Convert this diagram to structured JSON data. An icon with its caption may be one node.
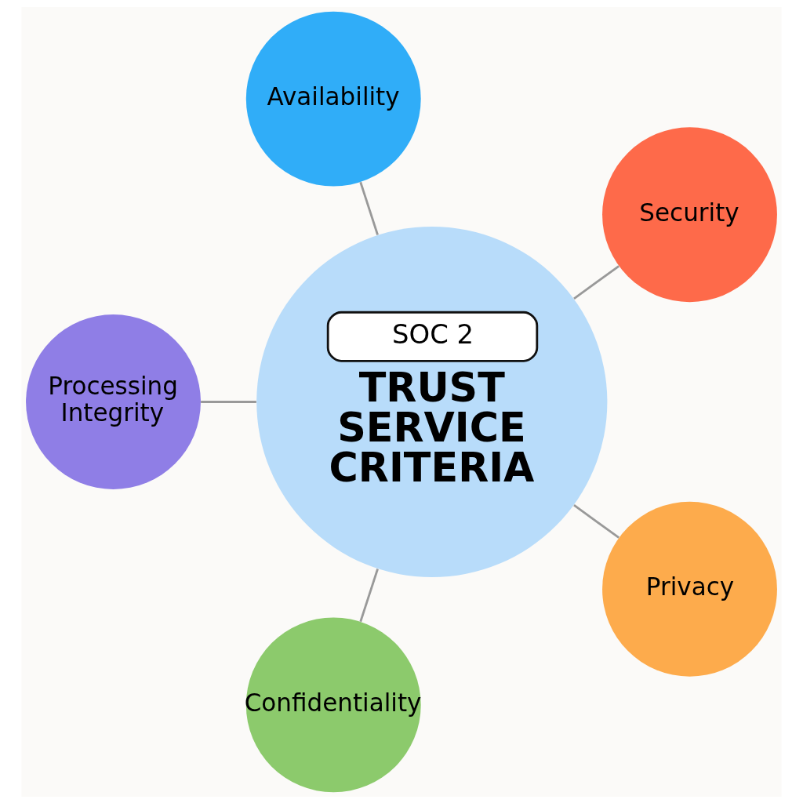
{
  "diagram": {
    "nodes": [
      {
        "text": [
          "SOC 2",
          "TRUST SERVICE CRITERIA"
        ]
      },
      {
        "text": [
          "Security"
        ]
      },
      {
        "text": [
          "Availability"
        ]
      },
      {
        "text": [
          "Processing Integrity"
        ]
      },
      {
        "text": [
          "Confidentiality"
        ]
      },
      {
        "text": [
          "Privacy"
        ]
      }
    ],
    "edges": [
      {
        "from": 0,
        "to": 1,
        "arrow": "none"
      },
      {
        "from": 0,
        "to": 2,
        "arrow": "none"
      },
      {
        "from": 0,
        "to": 3,
        "arrow": "none"
      },
      {
        "from": 0,
        "to": 4,
        "arrow": "none"
      },
      {
        "from": 0,
        "to": 5,
        "arrow": "none"
      }
    ]
  }
}
